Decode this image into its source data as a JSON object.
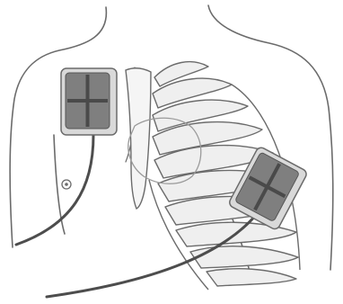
{
  "colors": {
    "background": "#ffffff",
    "outline": "#6b6b6b",
    "rib_fill": "#efefef",
    "heart_outline": "#9a9a9a",
    "pad_frame": "#d9d9d9",
    "pad_plate": "#7f7f7f",
    "pad_cross": "#4a4a4a",
    "lead_wire": "#4d4d4d"
  },
  "diagram": {
    "anatomy": [
      "torso-outline",
      "sternum",
      "rib-cage",
      "heart",
      "nipple"
    ],
    "pads": [
      {
        "name": "right-upper-chest-pad",
        "placement": "right-infraclavicular"
      },
      {
        "name": "left-lateral-chest-pad",
        "placement": "left-apex"
      }
    ],
    "leads": 2
  }
}
